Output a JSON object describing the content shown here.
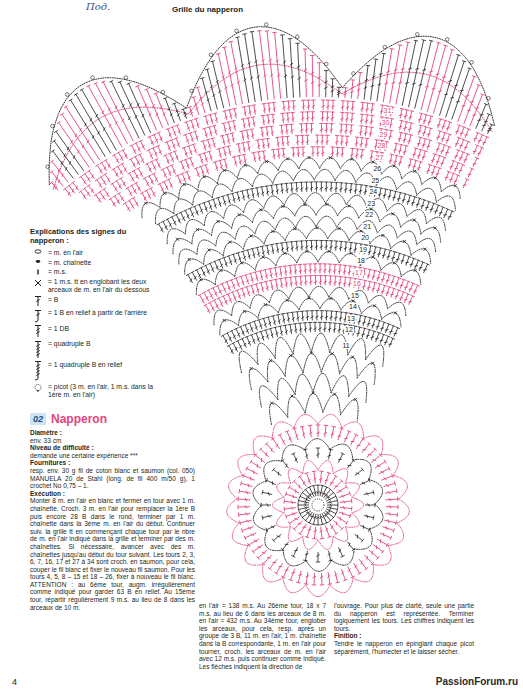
{
  "diagram": {
    "title": "Napperon",
    "labels": [
      "Под.",
      "Grille du napperon",
      "31",
      "30",
      "29",
      "28",
      "27",
      "26",
      "25",
      "24",
      "23",
      "22",
      "21",
      "20",
      "19",
      "18",
      "17",
      "16",
      "15",
      "14",
      "13",
      "12",
      "11",
      "Explications des signes du napperon :",
      "02",
      "Diamètre :",
      "env. 33 cm",
      "Niveau de difficulté :",
      "demande une certaine expérience ***",
      "Fournitures :",
      "resp. env. 30 g fil de coton blanc et saumon (col. 050) MANUELA 20 de Stahl (long. de fil 400 m/50 g), 1 crochet No 0,75 – 1.",
      "Exécution :",
      "Monter 8 m. en l'air en blanc et fermer en tour avec 1 m. chaînette. Croch. 3 m. en l'air pour remplacer la 1ère B puis encore 28 B dans le rond, terminer par 1 m. chaînette dans la 3ème m. en l'air du début. Continuer suiv. la grille tt en commençant chaque tour par le nbre de m. en l'air indiqué dans la grille et terminer par des m. chaînettes. Si nécessaire, avancer avec des m. chaînettes jusqu'au début du tour suivant. Les tours 2, 3, 6, 7, 16, 17 et 27 à 34 sont croch. en saumon, pour cela, couper le fil blanc et fixer le nouveau fil saumon. Pour les tours 4, 5, 8 – 15 et 18 – 26, fixer à nouveau le fil blanc. ATTENTION : au 6ème tour, augm. irrégulièrement comme indiqué pour garder 63 B en relief. Au 15ème tour, répartir régulièrement 9 m.s. au lieu de 8 dans les arceaux de 10 m.",
      "en l'air = 138 m.s. Au 26ème tour, 18 x 7 m.s. au lieu de 6 dans les arceaux de 8 m. en l'air = 432 m.s. Au 34ème tour, englober les arceaux, pour cela, resp. après un groupe de 3 B, 11 m. en l'air, 1 m. chaînette dans la B correspondante, 1 m. en l'air pour tourner, croch. les arceaux de m. en l'air avec 12 m.s. puis continuer comme indiqué. Les flèches indiquent la direction de",
      "l'ouvrage. Pour plus de clarté, seule une partie du napperon est représentée. Terminer logiquement les tours. Les chiffres indiquent les tours.",
      "Finition :",
      "Tendre le napperon en épinglant chaque picot séparément, l'humecter et le laisser sécher.",
      "4",
      "PassionForum.ru"
    ],
    "legend": [
      {
        "text": "= m. en l'air"
      },
      {
        "text": "= m. chaînette"
      },
      {
        "text": "= m.s."
      },
      {
        "text": "= 1 m.s. tt en englobant les deux arceaux de m. en l'air du dessous"
      },
      {
        "text": "= B"
      },
      {
        "text": "= 1 B en relief à partir de l'arrière"
      },
      {
        "text": "= 1 DB"
      },
      {
        "text": "= quadruple B"
      },
      {
        "text": "= 1 quadruple B en relief"
      },
      {
        "text": "= picot (3 m. en l'air, 1 m.s. dans la 1ère m. en l'air)"
      }
    ]
  }
}
